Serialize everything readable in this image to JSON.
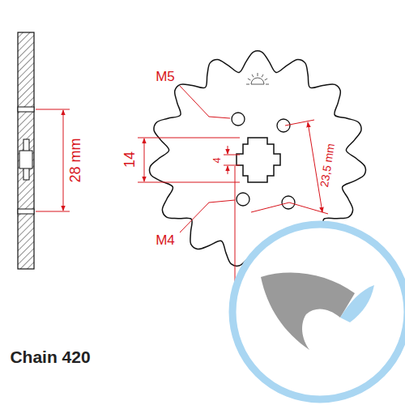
{
  "diagram": {
    "labels": [
      "M5",
      "28 mm",
      "14",
      "4",
      "23,5 mm",
      "M4",
      "Chain 420"
    ]
  }
}
